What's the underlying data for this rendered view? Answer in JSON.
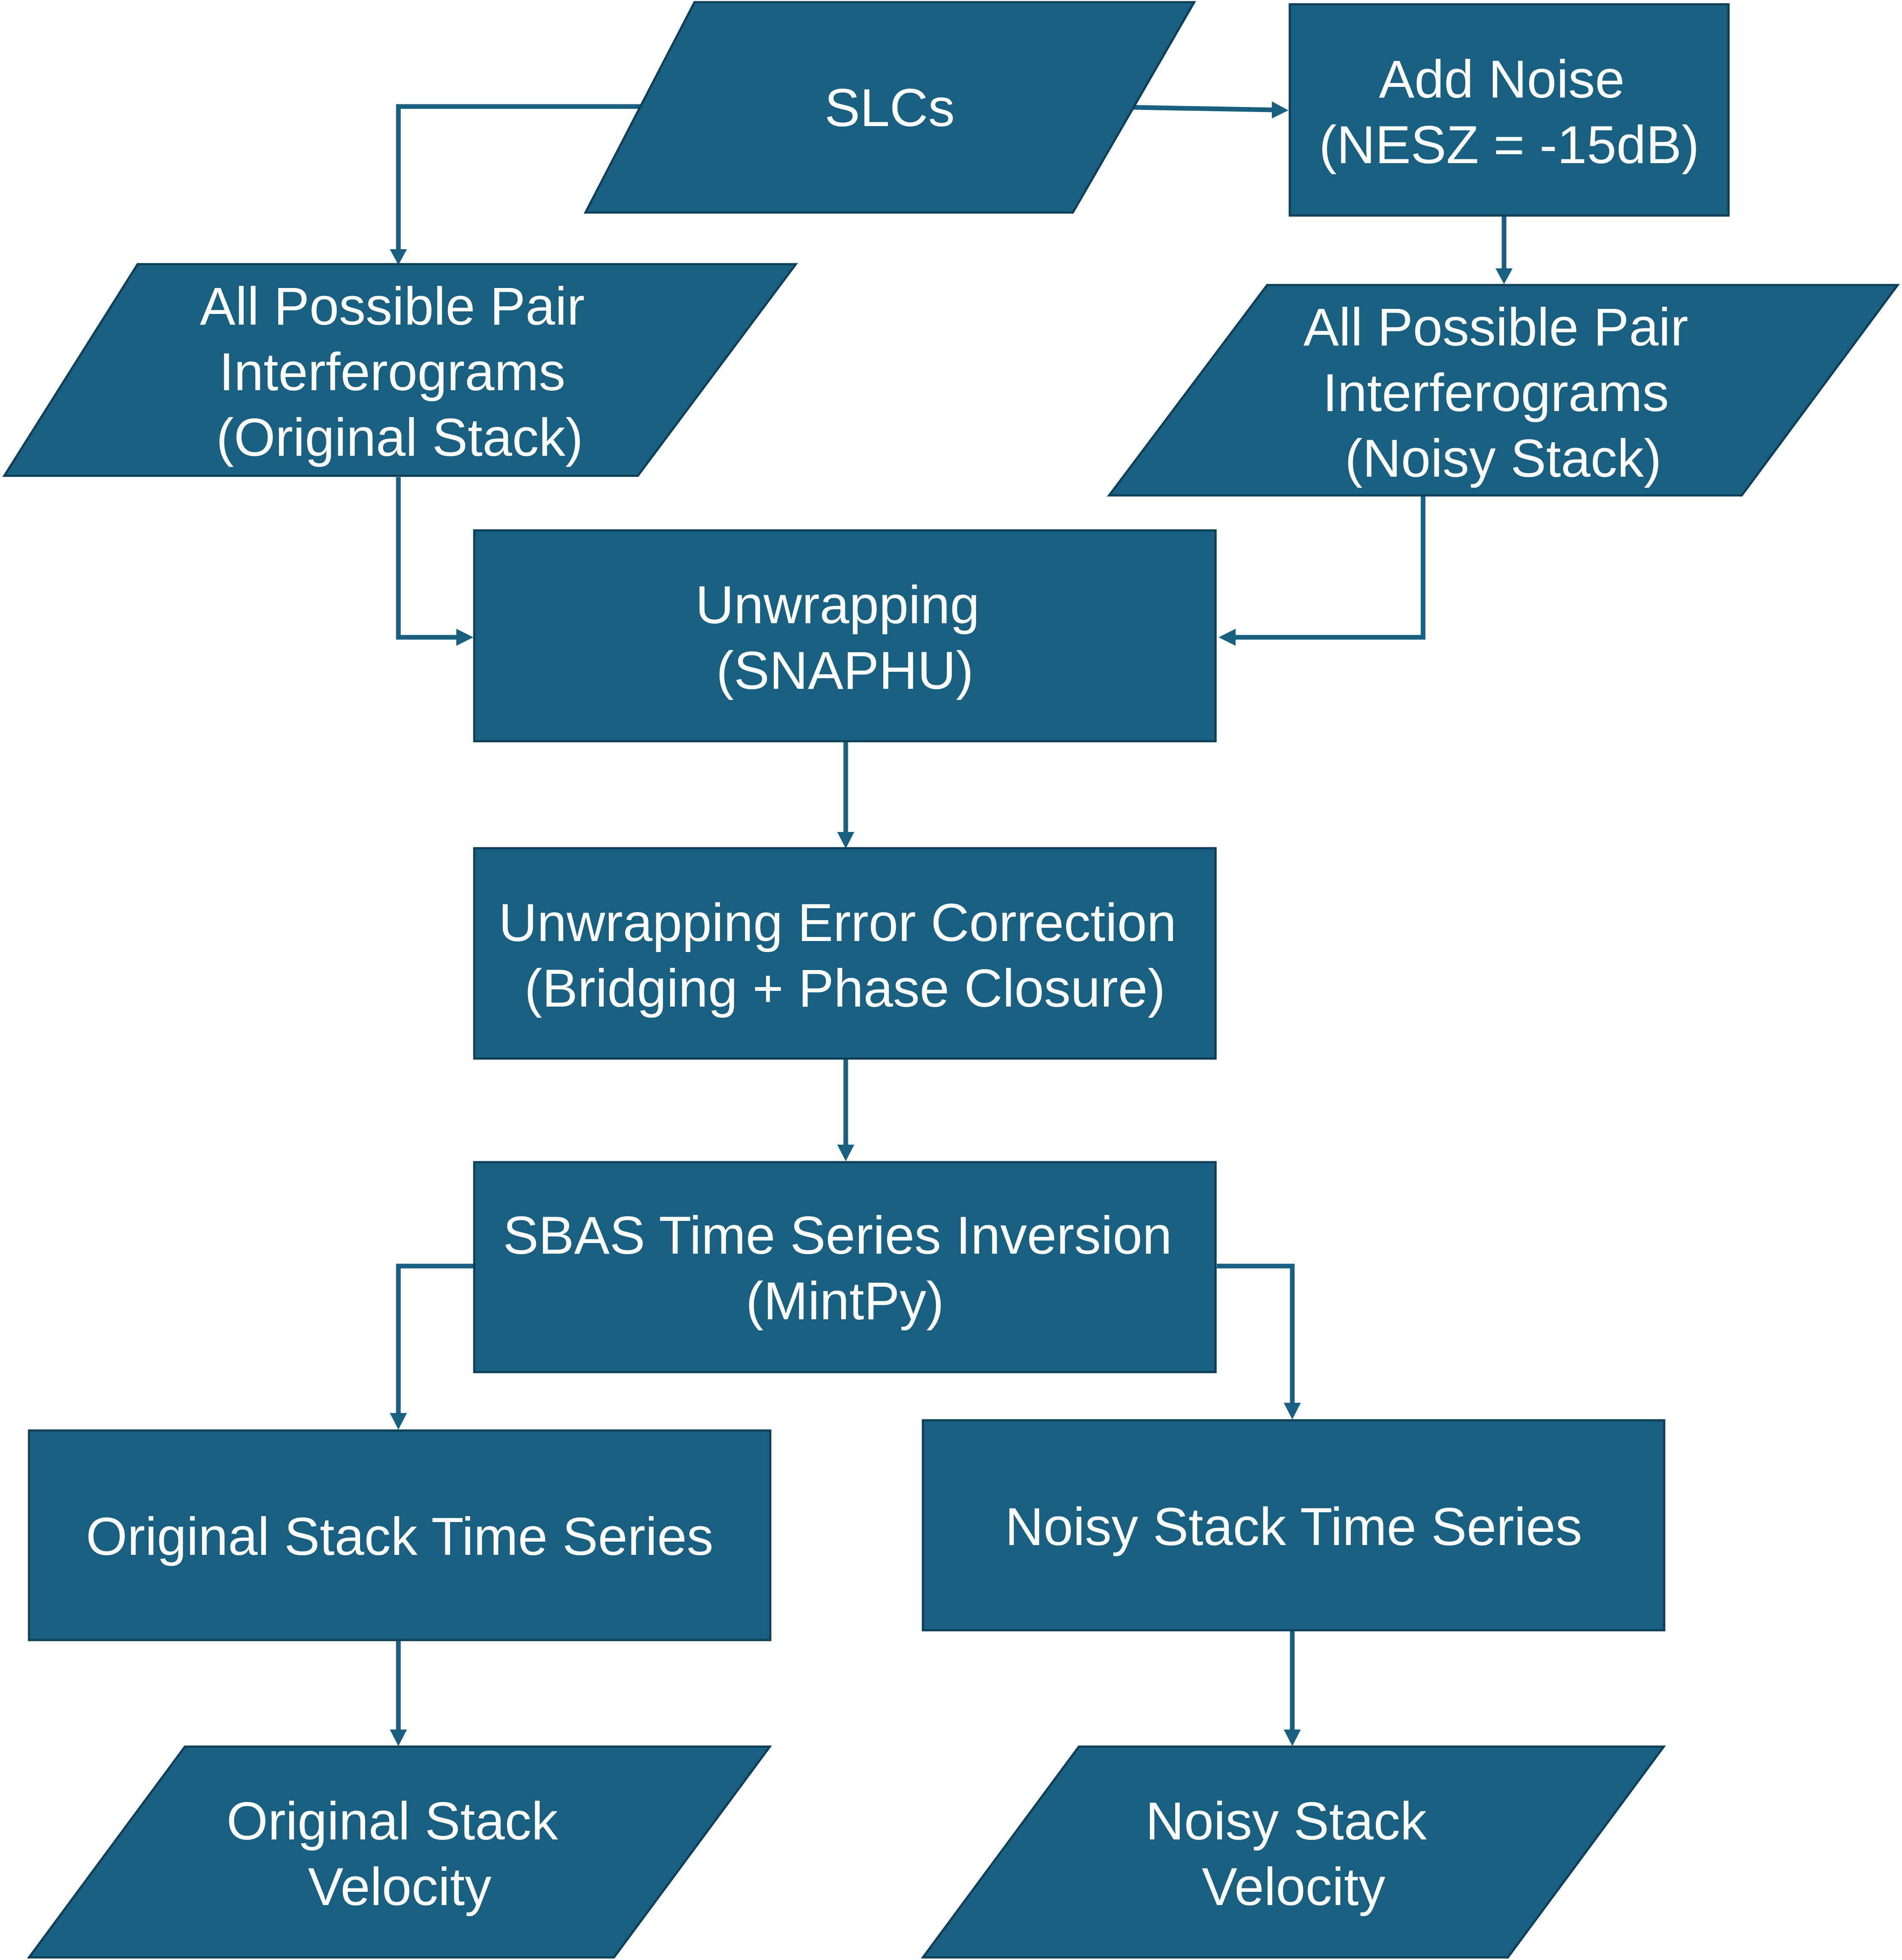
{
  "diagram": {
    "nodes": {
      "slcs": {
        "shape": "parallelogram",
        "lines": [
          "SLCs"
        ]
      },
      "add_noise": {
        "shape": "rectangle",
        "lines": [
          "Add Noise",
          "(NESZ = -15dB)"
        ]
      },
      "orig_ifg": {
        "shape": "parallelogram",
        "lines": [
          "All Possible Pair",
          "Interferograms",
          "(Original Stack)"
        ]
      },
      "noisy_ifg": {
        "shape": "parallelogram",
        "lines": [
          "All Possible Pair",
          "Interferograms",
          "(Noisy Stack)"
        ]
      },
      "unwrap": {
        "shape": "rectangle",
        "lines": [
          "Unwrapping",
          "(SNAPHU)"
        ]
      },
      "uec": {
        "shape": "rectangle",
        "lines": [
          "Unwrapping Error Correction",
          "(Bridging + Phase Closure)"
        ]
      },
      "sbas": {
        "shape": "rectangle",
        "lines": [
          "SBAS Time Series Inversion",
          "(MintPy)"
        ]
      },
      "orig_ts": {
        "shape": "rectangle",
        "lines": [
          "Original Stack Time Series"
        ]
      },
      "noisy_ts": {
        "shape": "rectangle",
        "lines": [
          "Noisy Stack Time Series"
        ]
      },
      "orig_vel": {
        "shape": "parallelogram",
        "lines": [
          "Original Stack",
          "Velocity"
        ]
      },
      "noisy_vel": {
        "shape": "parallelogram",
        "lines": [
          "Noisy Stack",
          "Velocity"
        ]
      }
    },
    "edges": [
      {
        "from": "slcs",
        "to": "orig_ifg"
      },
      {
        "from": "slcs",
        "to": "add_noise"
      },
      {
        "from": "add_noise",
        "to": "noisy_ifg"
      },
      {
        "from": "orig_ifg",
        "to": "unwrap"
      },
      {
        "from": "noisy_ifg",
        "to": "unwrap"
      },
      {
        "from": "unwrap",
        "to": "uec"
      },
      {
        "from": "uec",
        "to": "sbas"
      },
      {
        "from": "sbas",
        "to": "orig_ts"
      },
      {
        "from": "sbas",
        "to": "noisy_ts"
      },
      {
        "from": "orig_ts",
        "to": "orig_vel"
      },
      {
        "from": "noisy_ts",
        "to": "noisy_vel"
      }
    ],
    "colors": {
      "node_fill": "#185f80",
      "node_border": "#0e3f57",
      "connector": "#185f80",
      "text": "#ffffff",
      "background": "#ffffff"
    }
  }
}
